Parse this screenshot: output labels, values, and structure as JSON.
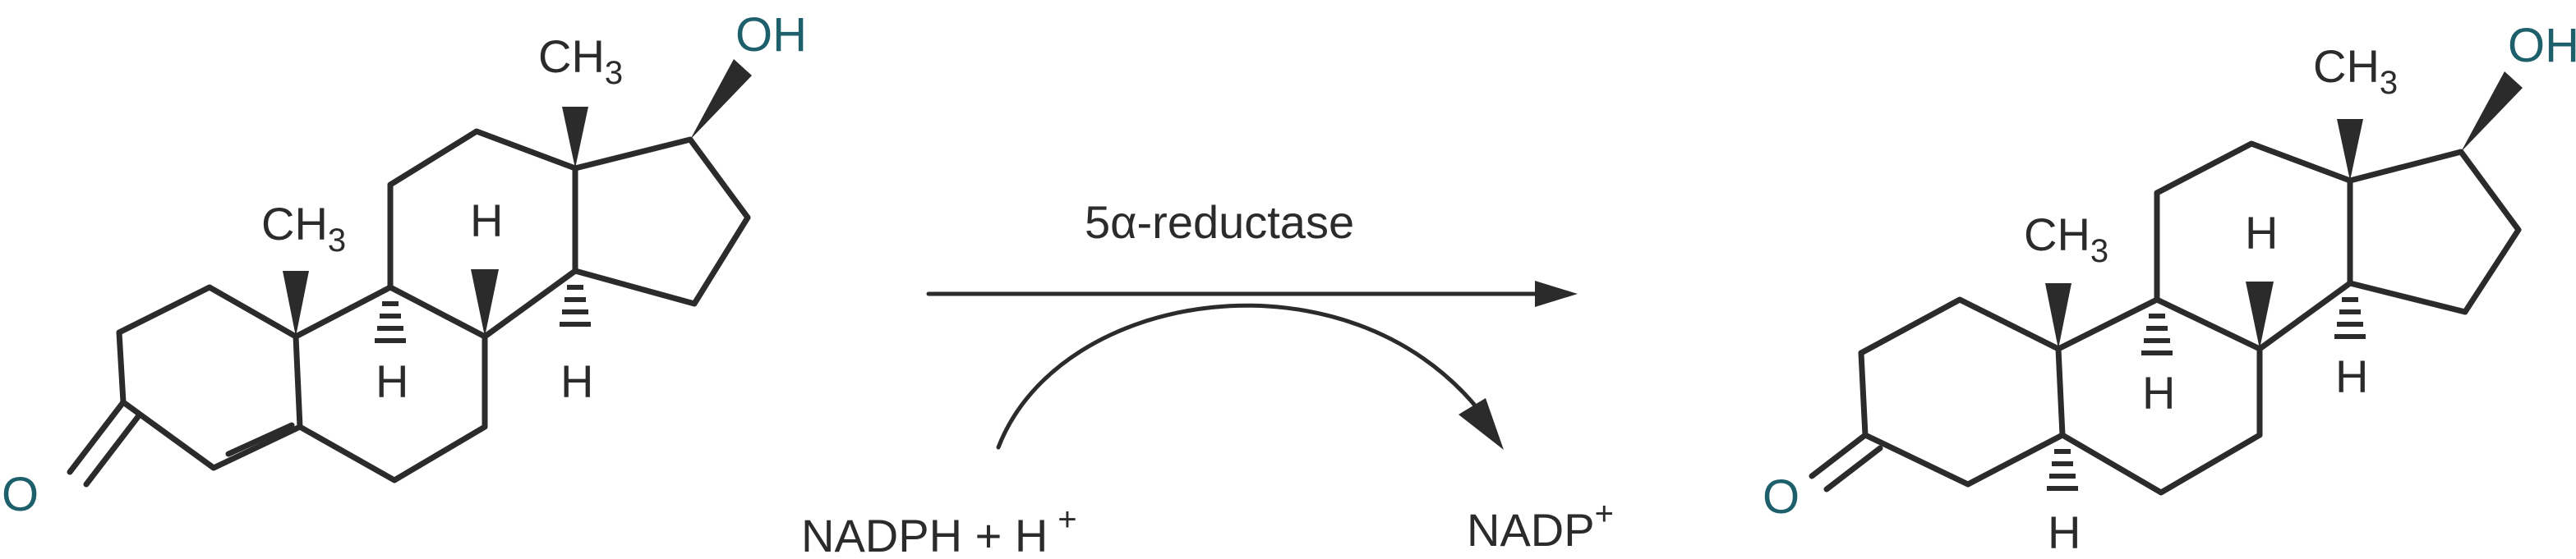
{
  "reaction": {
    "enzyme": "5α-reductase",
    "cofactor_in": "NADPH + H",
    "cofactor_in_sup": "+",
    "cofactor_out": "NADP",
    "cofactor_out_sup": "+"
  },
  "reactant": {
    "oh": "OH",
    "ch3_top": "CH",
    "ch3_top_sub": "3",
    "ch3_left": "CH",
    "ch3_left_sub": "3",
    "h_upper": "H",
    "h_lower_1": "H",
    "h_lower_2": "H",
    "oxygen": "O"
  },
  "product": {
    "oh": "OH",
    "ch3_top": "CH",
    "ch3_top_sub": "3",
    "ch3_left": "CH",
    "ch3_left_sub": "3",
    "h_upper": "H",
    "h_lower_1": "H",
    "h_lower_2": "H",
    "h_bottom": "H",
    "oxygen": "O"
  },
  "colors": {
    "bond": "#2b2b2b",
    "heteroatom": "#1d5f6b"
  }
}
